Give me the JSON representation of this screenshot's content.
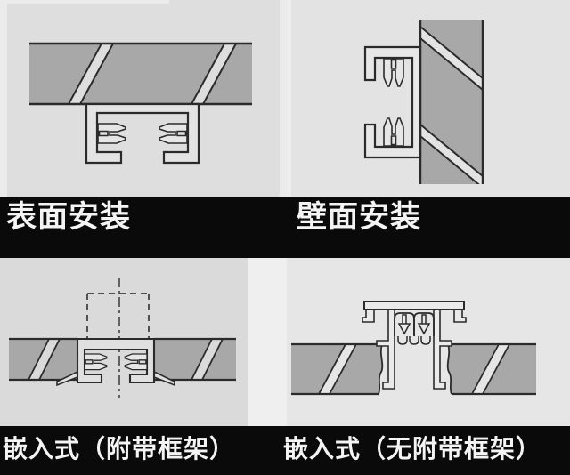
{
  "panels": [
    {
      "id": "surface-mount",
      "label": "表面安装"
    },
    {
      "id": "wall-mount",
      "label": "壁面安装"
    },
    {
      "id": "recessed-with-frame",
      "label": "嵌入式（附带框架）"
    },
    {
      "id": "recessed-without-frame",
      "label": "嵌入式（无附带框架）"
    }
  ],
  "colors": {
    "panel_bg": "#dedede",
    "slab_gray": "#a8a8a8",
    "outline": "#2b2b2b",
    "label_band": "#0a0a0a",
    "label_text": "#f4f4f4"
  }
}
